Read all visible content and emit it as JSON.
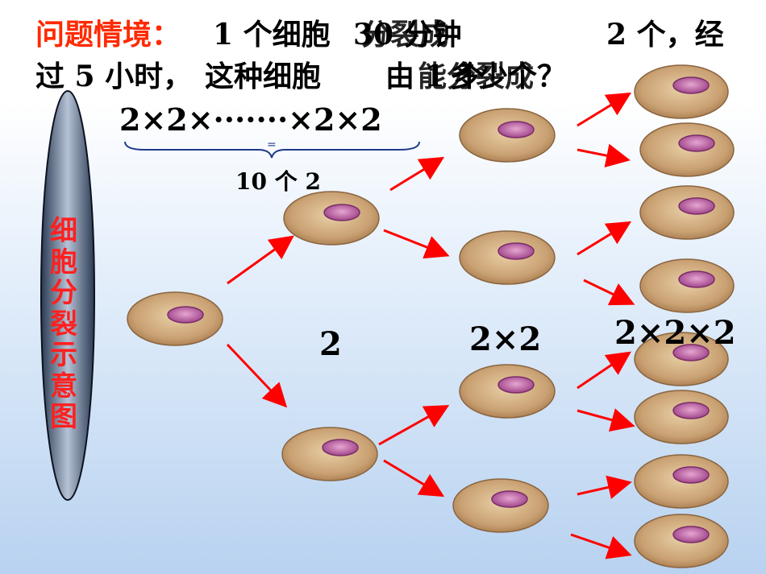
{
  "problem": {
    "label": "问题情境：",
    "line1_a": "1 个细胞",
    "line1_b": "30 分钟",
    "line1_c": "分裂成",
    "line1_d": "2 个，经",
    "line2_a": "过 5 小时，",
    "line2_b": "这种细胞",
    "line2_c": "由 1 个",
    "line2_d": "能分裂成",
    "line2_e": "多少个？"
  },
  "formula": {
    "product": "2×2×·······×2×2",
    "equals": "=",
    "count": "10 个 2"
  },
  "side_label": [
    "细",
    "胞",
    "分",
    "裂",
    "示",
    "意",
    "图"
  ],
  "stage_labels": {
    "gen1": "2",
    "gen2": "2×2",
    "gen3": "2×2×2"
  },
  "colors": {
    "title_red": "#ff2a00",
    "arrow_red": "#ff0000",
    "cell_fill": "#c9a173",
    "nucleus": "#b04f96"
  }
}
